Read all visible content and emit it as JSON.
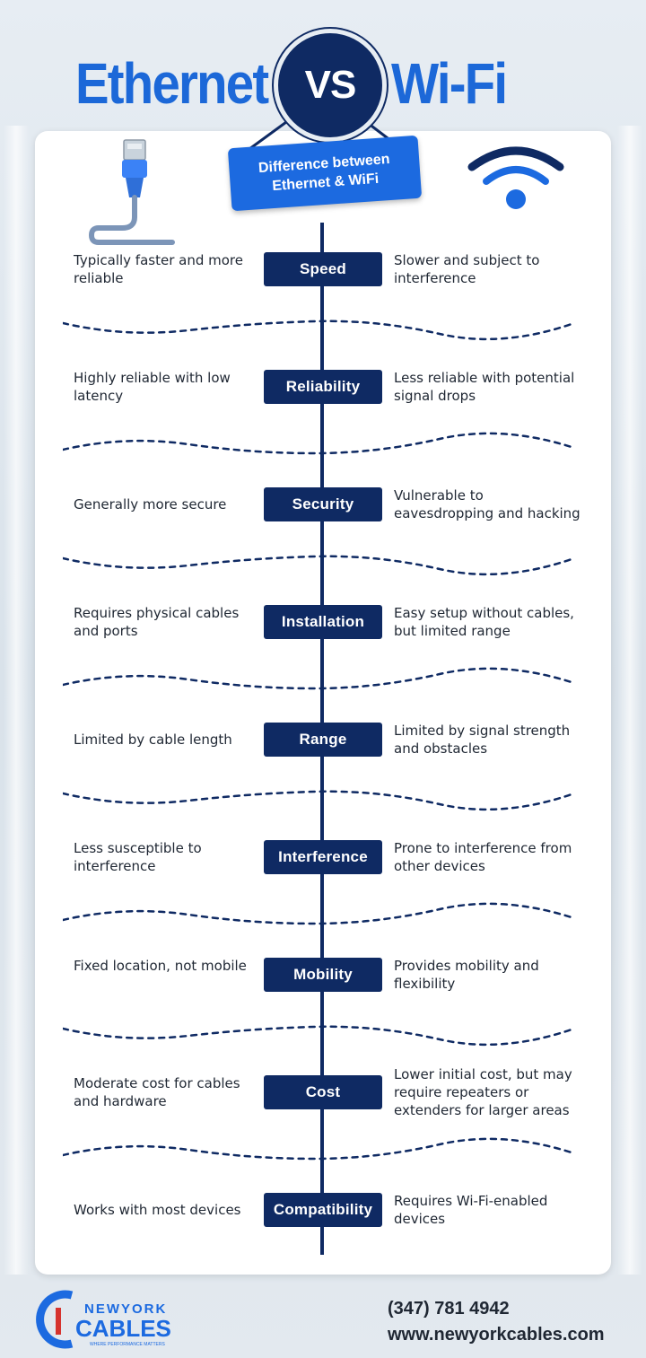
{
  "title": {
    "left": "Ethernet",
    "vs": "VS",
    "right": "Wi-Fi"
  },
  "badge": {
    "line1": "Difference between",
    "line2": "Ethernet & WiFi"
  },
  "icons": {
    "left": "ethernet-cable-icon",
    "right": "wifi-icon"
  },
  "colors": {
    "brand_blue": "#1c68d8",
    "navy": "#0f2a63",
    "text": "#1f2733",
    "card": "#ffffff"
  },
  "rows": [
    {
      "label": "Speed",
      "ethernet": "Typically faster and more reliable",
      "wifi": "Slower and subject to interference"
    },
    {
      "label": "Reliability",
      "ethernet": "Highly reliable with low latency",
      "wifi": "Less reliable with potential signal drops"
    },
    {
      "label": "Security",
      "ethernet": "Generally more secure",
      "wifi": "Vulnerable to eavesdropping and hacking"
    },
    {
      "label": "Installation",
      "ethernet": "Requires physical cables and ports",
      "wifi": "Easy setup without cables, but limited range"
    },
    {
      "label": "Range",
      "ethernet": "Limited by cable length",
      "wifi": "Limited by signal strength and obstacles"
    },
    {
      "label": "Interference",
      "ethernet": "Less susceptible to interference",
      "wifi": "Prone to interference from other devices"
    },
    {
      "label": "Mobility",
      "ethernet": "Fixed location, not mobile",
      "wifi": "Provides mobility and flexibility"
    },
    {
      "label": "Cost",
      "ethernet": "Moderate cost for cables and hardware",
      "wifi": "Lower initial cost, but may require repeaters or extenders for larger areas"
    },
    {
      "label": "Compatibility",
      "ethernet": "Works with most devices",
      "wifi": "Requires Wi-Fi-enabled devices"
    }
  ],
  "footer": {
    "logo_top": "NEWYORK",
    "logo_main": "CABLES",
    "logo_tagline": "WHERE PERFORMANCE MATTERS",
    "phone": "(347) 781 4942",
    "website": "www.newyorkcables.com"
  }
}
